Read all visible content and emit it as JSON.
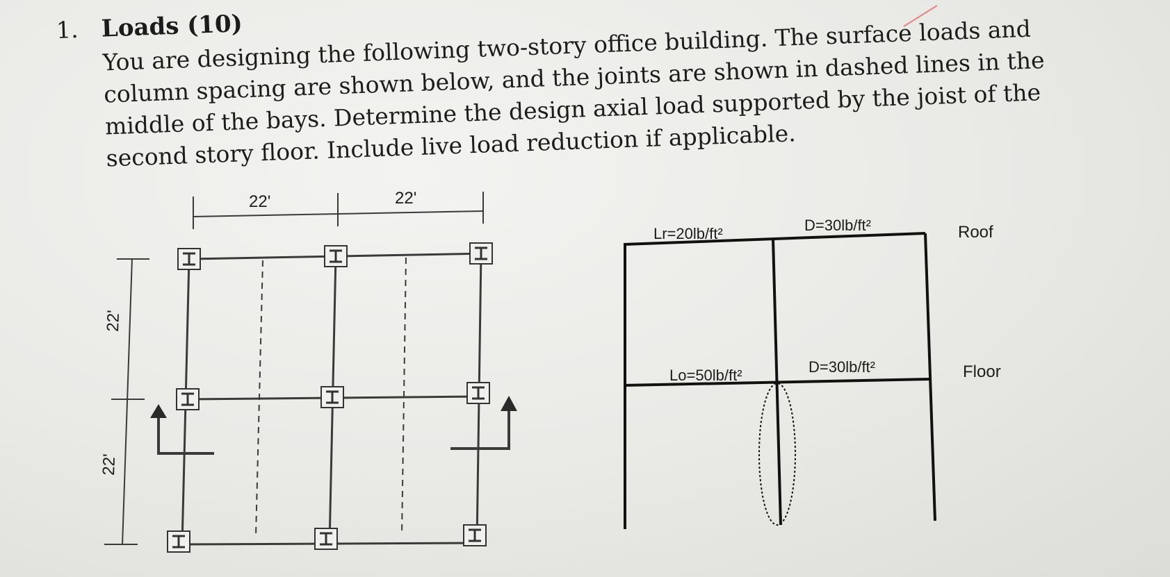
{
  "problem": {
    "number": "1.",
    "title": "Loads (10)",
    "body": "You are designing the following two-story office building. The surface loads and column spacing are shown below, and the joints are shown in dashed lines in the middle of the bays. Determine the design axial load supported by the joist of the second story floor. Include live load reduction if applicable."
  },
  "plan": {
    "dim_top_left": "22'",
    "dim_top_right": "22'",
    "dim_side_upper": "22'",
    "dim_side_lower": "22'",
    "column_symbol": "I"
  },
  "elevation": {
    "roof_live": "Lr=20lb/ft²",
    "roof_dead": "D=30lb/ft²",
    "roof_label": "Roof",
    "floor_live": "Lo=50lb/ft²",
    "floor_dead": "D=30lb/ft²",
    "floor_label": "Floor"
  }
}
